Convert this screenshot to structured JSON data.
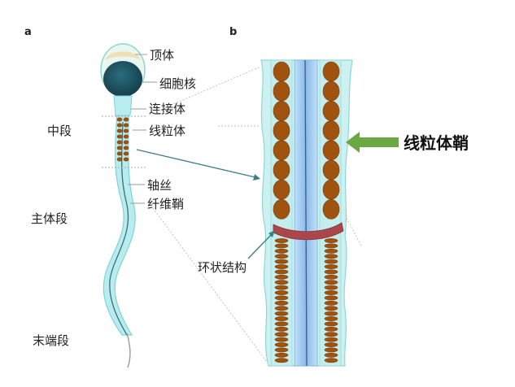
{
  "panels": {
    "a": "a",
    "b": "b"
  },
  "sperm_labels": {
    "acrosome": "顶体",
    "nucleus": "细胞核",
    "connecting_piece": "连接体",
    "mitochondria": "线粒体",
    "axoneme": "轴丝",
    "fibrous_sheath": "纤维鞘"
  },
  "segments": {
    "midpiece": "中段",
    "principal_piece": "主体段",
    "end_piece": "末端段"
  },
  "detail_labels": {
    "annulus": "环状结构",
    "mitochondrial_sheath": "线粒体鞘"
  },
  "colors": {
    "body": "#b9ecee",
    "body_edge": "#7fd3d8",
    "nucleus": "#1f5c6b",
    "mitochondria": "#a0520f",
    "annulus": "#a9474a",
    "axoneme_core": "#9cc7ef",
    "arrow": "#6aa842",
    "pointer": "#3d7f86"
  }
}
